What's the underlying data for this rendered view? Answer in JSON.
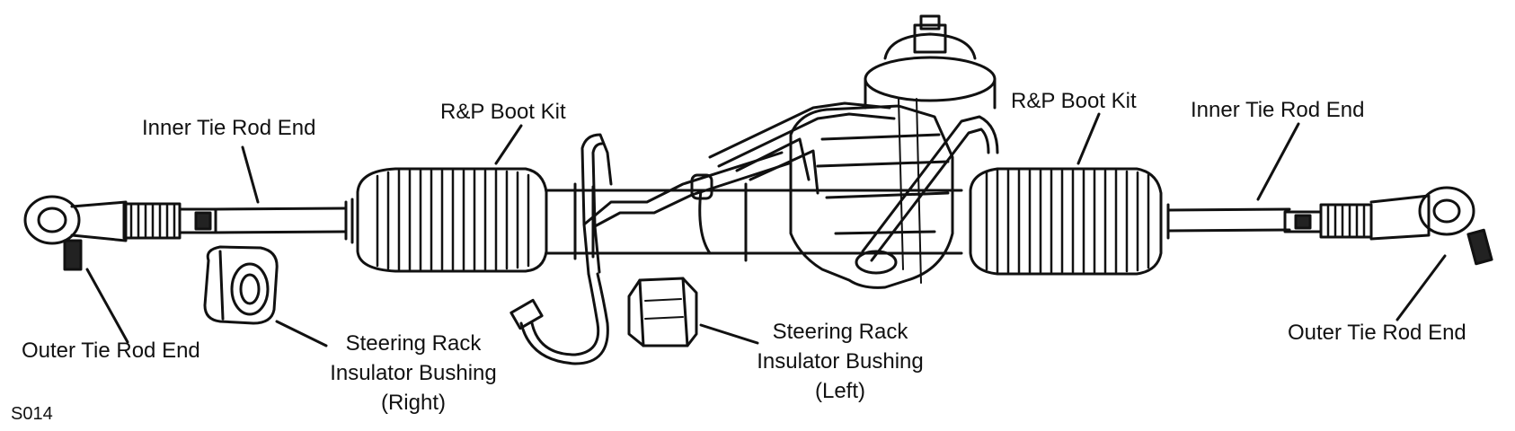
{
  "labels": {
    "inner_tie_rod_left": "Inner Tie Rod End",
    "boot_kit_left": "R&P Boot Kit",
    "boot_kit_right": "R&P Boot Kit",
    "inner_tie_rod_right": "Inner Tie Rod End",
    "outer_tie_rod_left": "Outer Tie Rod End",
    "outer_tie_rod_right": "Outer Tie Rod End",
    "bushing_right": [
      "Steering Rack",
      "Insulator Bushing",
      "(Right)"
    ],
    "bushing_left": [
      "Steering Rack",
      "Insulator Bushing",
      "(Left)"
    ]
  },
  "figure_code": "S014",
  "colors": {
    "ink": "#111111",
    "background": "#ffffff"
  }
}
